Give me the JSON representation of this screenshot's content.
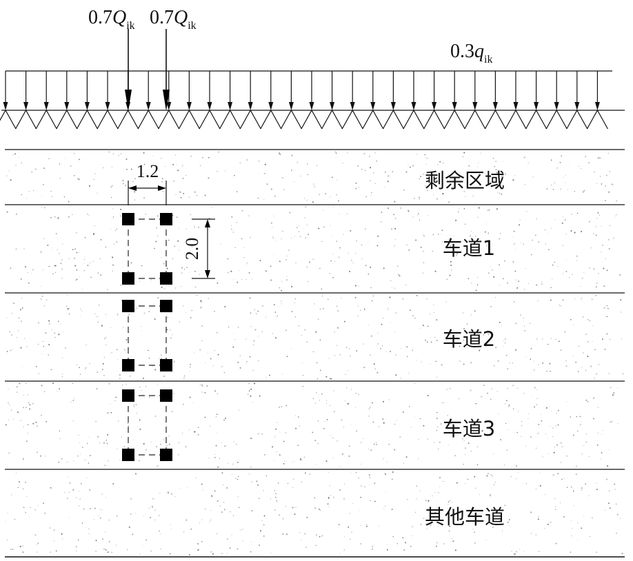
{
  "loads": {
    "point_load_left": {
      "coef": "0.7",
      "symbol": "Q",
      "sub": "ik"
    },
    "point_load_right": {
      "coef": "0.7",
      "symbol": "Q",
      "sub": "ik"
    },
    "distributed_load": {
      "coef": "0.3",
      "symbol": "q",
      "sub": "ik"
    }
  },
  "dimensions": {
    "wheel_spacing": "1.2",
    "axle_spacing": "2.0"
  },
  "zones": [
    {
      "label": "剩余区域"
    },
    {
      "label": "车道1"
    },
    {
      "label": "车道2"
    },
    {
      "label": "车道3"
    },
    {
      "label": "其他车道"
    }
  ]
}
